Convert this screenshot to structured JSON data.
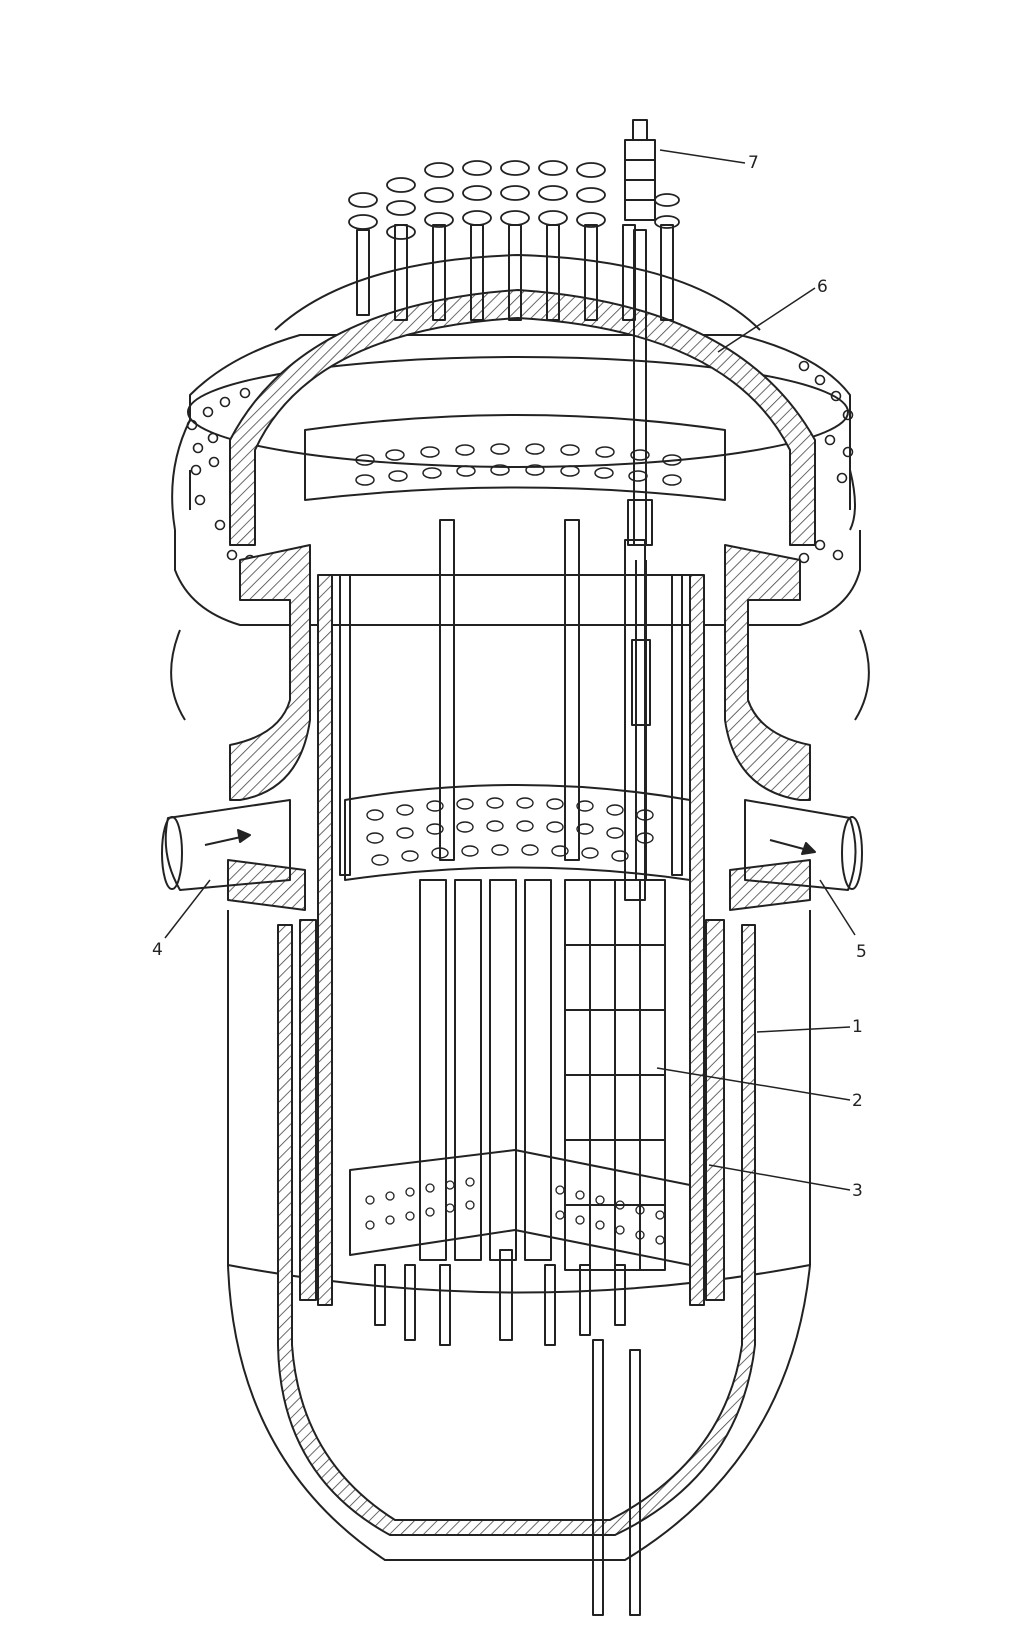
{
  "labels": [
    {
      "id": "1",
      "text": "1"
    },
    {
      "id": "2",
      "text": "2"
    },
    {
      "id": "3",
      "text": "3"
    },
    {
      "id": "4",
      "text": "4"
    },
    {
      "id": "5",
      "text": "5"
    },
    {
      "id": "6",
      "text": "6"
    },
    {
      "id": "7",
      "text": "7"
    }
  ],
  "colors": {
    "ink": "#222222",
    "paper": "#ffffff",
    "hatch": "#444444"
  }
}
